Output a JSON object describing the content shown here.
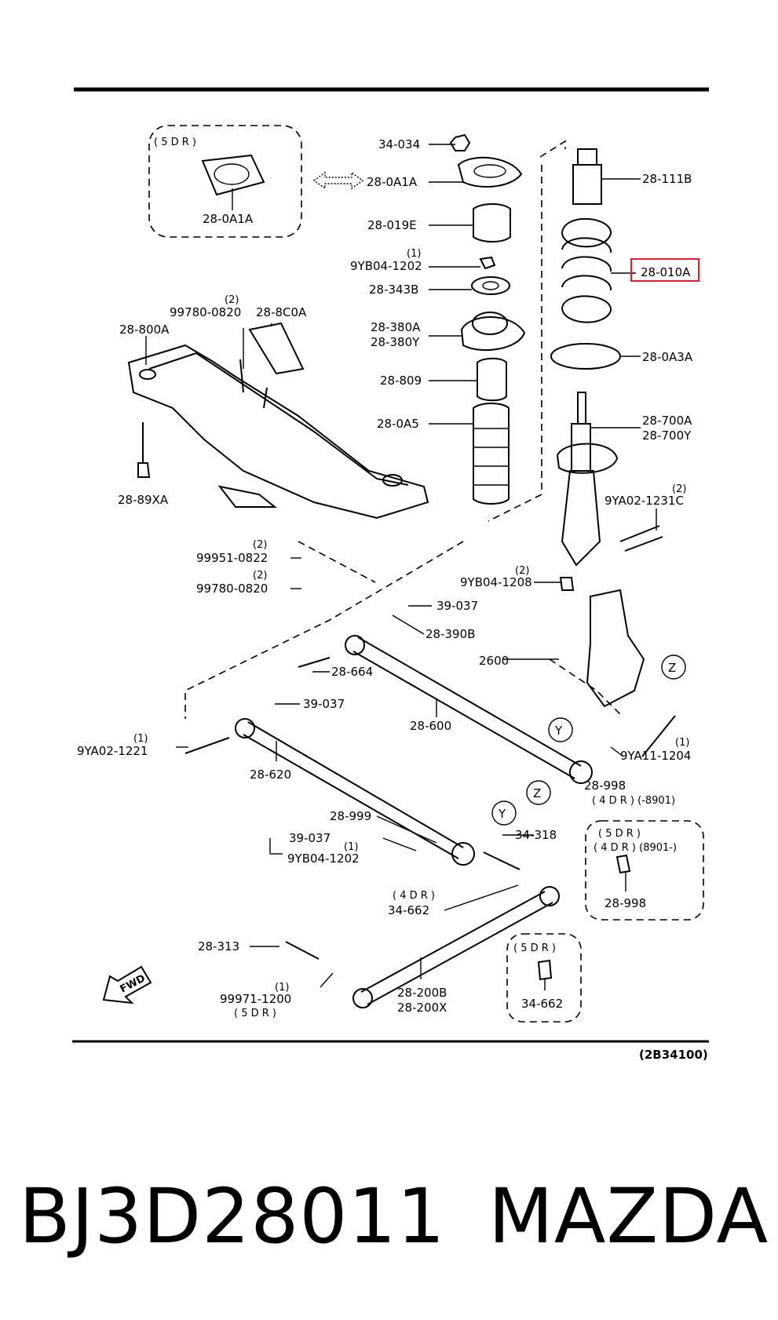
{
  "diagram": {
    "ref_code": "(2B34100)",
    "fwd_label": "FWD",
    "inset_5dr_top": {
      "title": "( 5 D R )",
      "part": "28-0A1A"
    },
    "inset_5dr_right": {
      "title1": "( 5 D R )",
      "title2": "( 4 D R ) (8901-)",
      "part": "28-998"
    },
    "inset_5dr_bottom": {
      "title": "( 5 D R )",
      "part": "34-662"
    },
    "labels": {
      "p34034": "34-034",
      "p280a1a": "28-0A1A",
      "p28019e": "28-019E",
      "q1_a": "(1)",
      "p9yb041202": "9YB04-1202",
      "p28343b": "28-343B",
      "p28380a": "28-380A",
      "p28380y": "28-380Y",
      "p28809": "28-809",
      "p280a5": "28-0A5",
      "p28111b": "28-111B",
      "p28010a": "28-010A",
      "p280a3a": "28-0A3A",
      "p28700a": "28-700A",
      "p28700y": "28-700Y",
      "q2_a": "(2)",
      "p9ya021231c": "9YA02-1231C",
      "q2_b": "(2)",
      "p9yb041208": "9YB04-1208",
      "q2_c": "(2)",
      "p997800820_top": "99780-0820",
      "p288c0a": "28-8C0A",
      "p28800a": "28-800A",
      "p2889xa": "28-89XA",
      "q2_d": "(2)",
      "p999510822": "99951-0822",
      "q2_e": "(2)",
      "p997800820_bot": "99780-0820",
      "p39037_a": "39-037",
      "p28390b": "28-390B",
      "p28664": "28-664",
      "p2600": "2600",
      "p39037_b": "39-037",
      "p28600": "28-600",
      "q1_b": "(1)",
      "p9ya021221": "9YA02-1221",
      "p28620": "28-620",
      "q1_c": "(1)",
      "p9ya111204": "9YA11-1204",
      "p28998": "28-998",
      "p4dr8901": "( 4 D R )  (-8901)",
      "p28999": "28-999",
      "p39037_c": "39-037",
      "q1_d": "(1)",
      "p9yb041202_b": "9YB04-1202",
      "p34318": "34-318",
      "p4dr": "( 4 D R )",
      "p34662": "34-662",
      "p28313": "28-313",
      "q1_e": "(1)",
      "p999711200": "99971-1200",
      "p5dr": "( 5 D R )",
      "p28200b": "28-200B",
      "p28200x": "28-200X",
      "callout_y": "Y",
      "callout_z": "Z"
    }
  },
  "footer": {
    "part_number": "BJ3D28011",
    "brand": "MAZDA"
  },
  "colors": {
    "highlight": "#e0202a",
    "ink": "#000000"
  }
}
